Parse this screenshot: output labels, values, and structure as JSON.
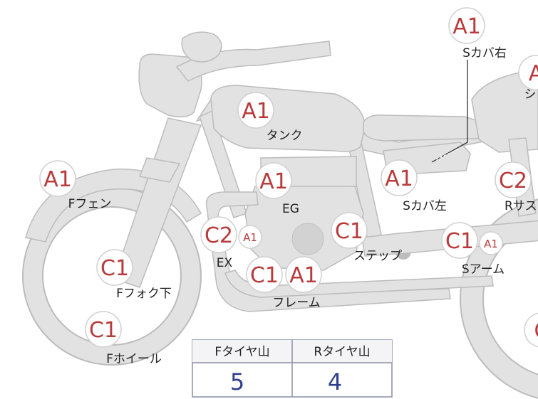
{
  "colors": {
    "grade_text": "#b83a3a",
    "badge_fill": "#ffffff",
    "badge_stroke": "#d0d0d0",
    "bike_fill": "#e2e2e2",
    "bike_stroke": "#bcbcbc",
    "label_text": "#222222",
    "table_border": "#8a8fa6",
    "table_header_bg": "#f4f4f7",
    "table_value": "#2e3f8c"
  },
  "parts": {
    "sc_right": {
      "grade": "A1",
      "label": "Sカバ右"
    },
    "seat": {
      "grade": "A",
      "label": "シ"
    },
    "tank": {
      "grade": "A1",
      "label": "タンク"
    },
    "f_fender": {
      "grade": "A1",
      "label": "Fフェン"
    },
    "eg": {
      "grade": "A1",
      "label": "EG"
    },
    "sc_left": {
      "grade": "A1",
      "label": "Sカバ左"
    },
    "r_sus": {
      "grade": "C2",
      "label": "Rサス"
    },
    "ex": {
      "grade": "C2",
      "grade_sub": "A1",
      "label": "EX"
    },
    "step": {
      "grade": "C1",
      "label": "ステップ"
    },
    "s_arm": {
      "grade": "C1",
      "grade_sub": "A1",
      "label": "Sアーム"
    },
    "f_fork": {
      "grade": "C1",
      "label": "Fフォク下"
    },
    "frame": {
      "grade": "C1",
      "grade2": "A1",
      "label": "フレーム"
    },
    "f_wheel": {
      "grade": "C1",
      "label": "Fホイール"
    },
    "r_wheel": {
      "grade": "C"
    }
  },
  "tire_table": {
    "front_header": "Fタイヤ山",
    "rear_header": "Rタイヤ山",
    "front_value": "5",
    "rear_value": "4"
  }
}
